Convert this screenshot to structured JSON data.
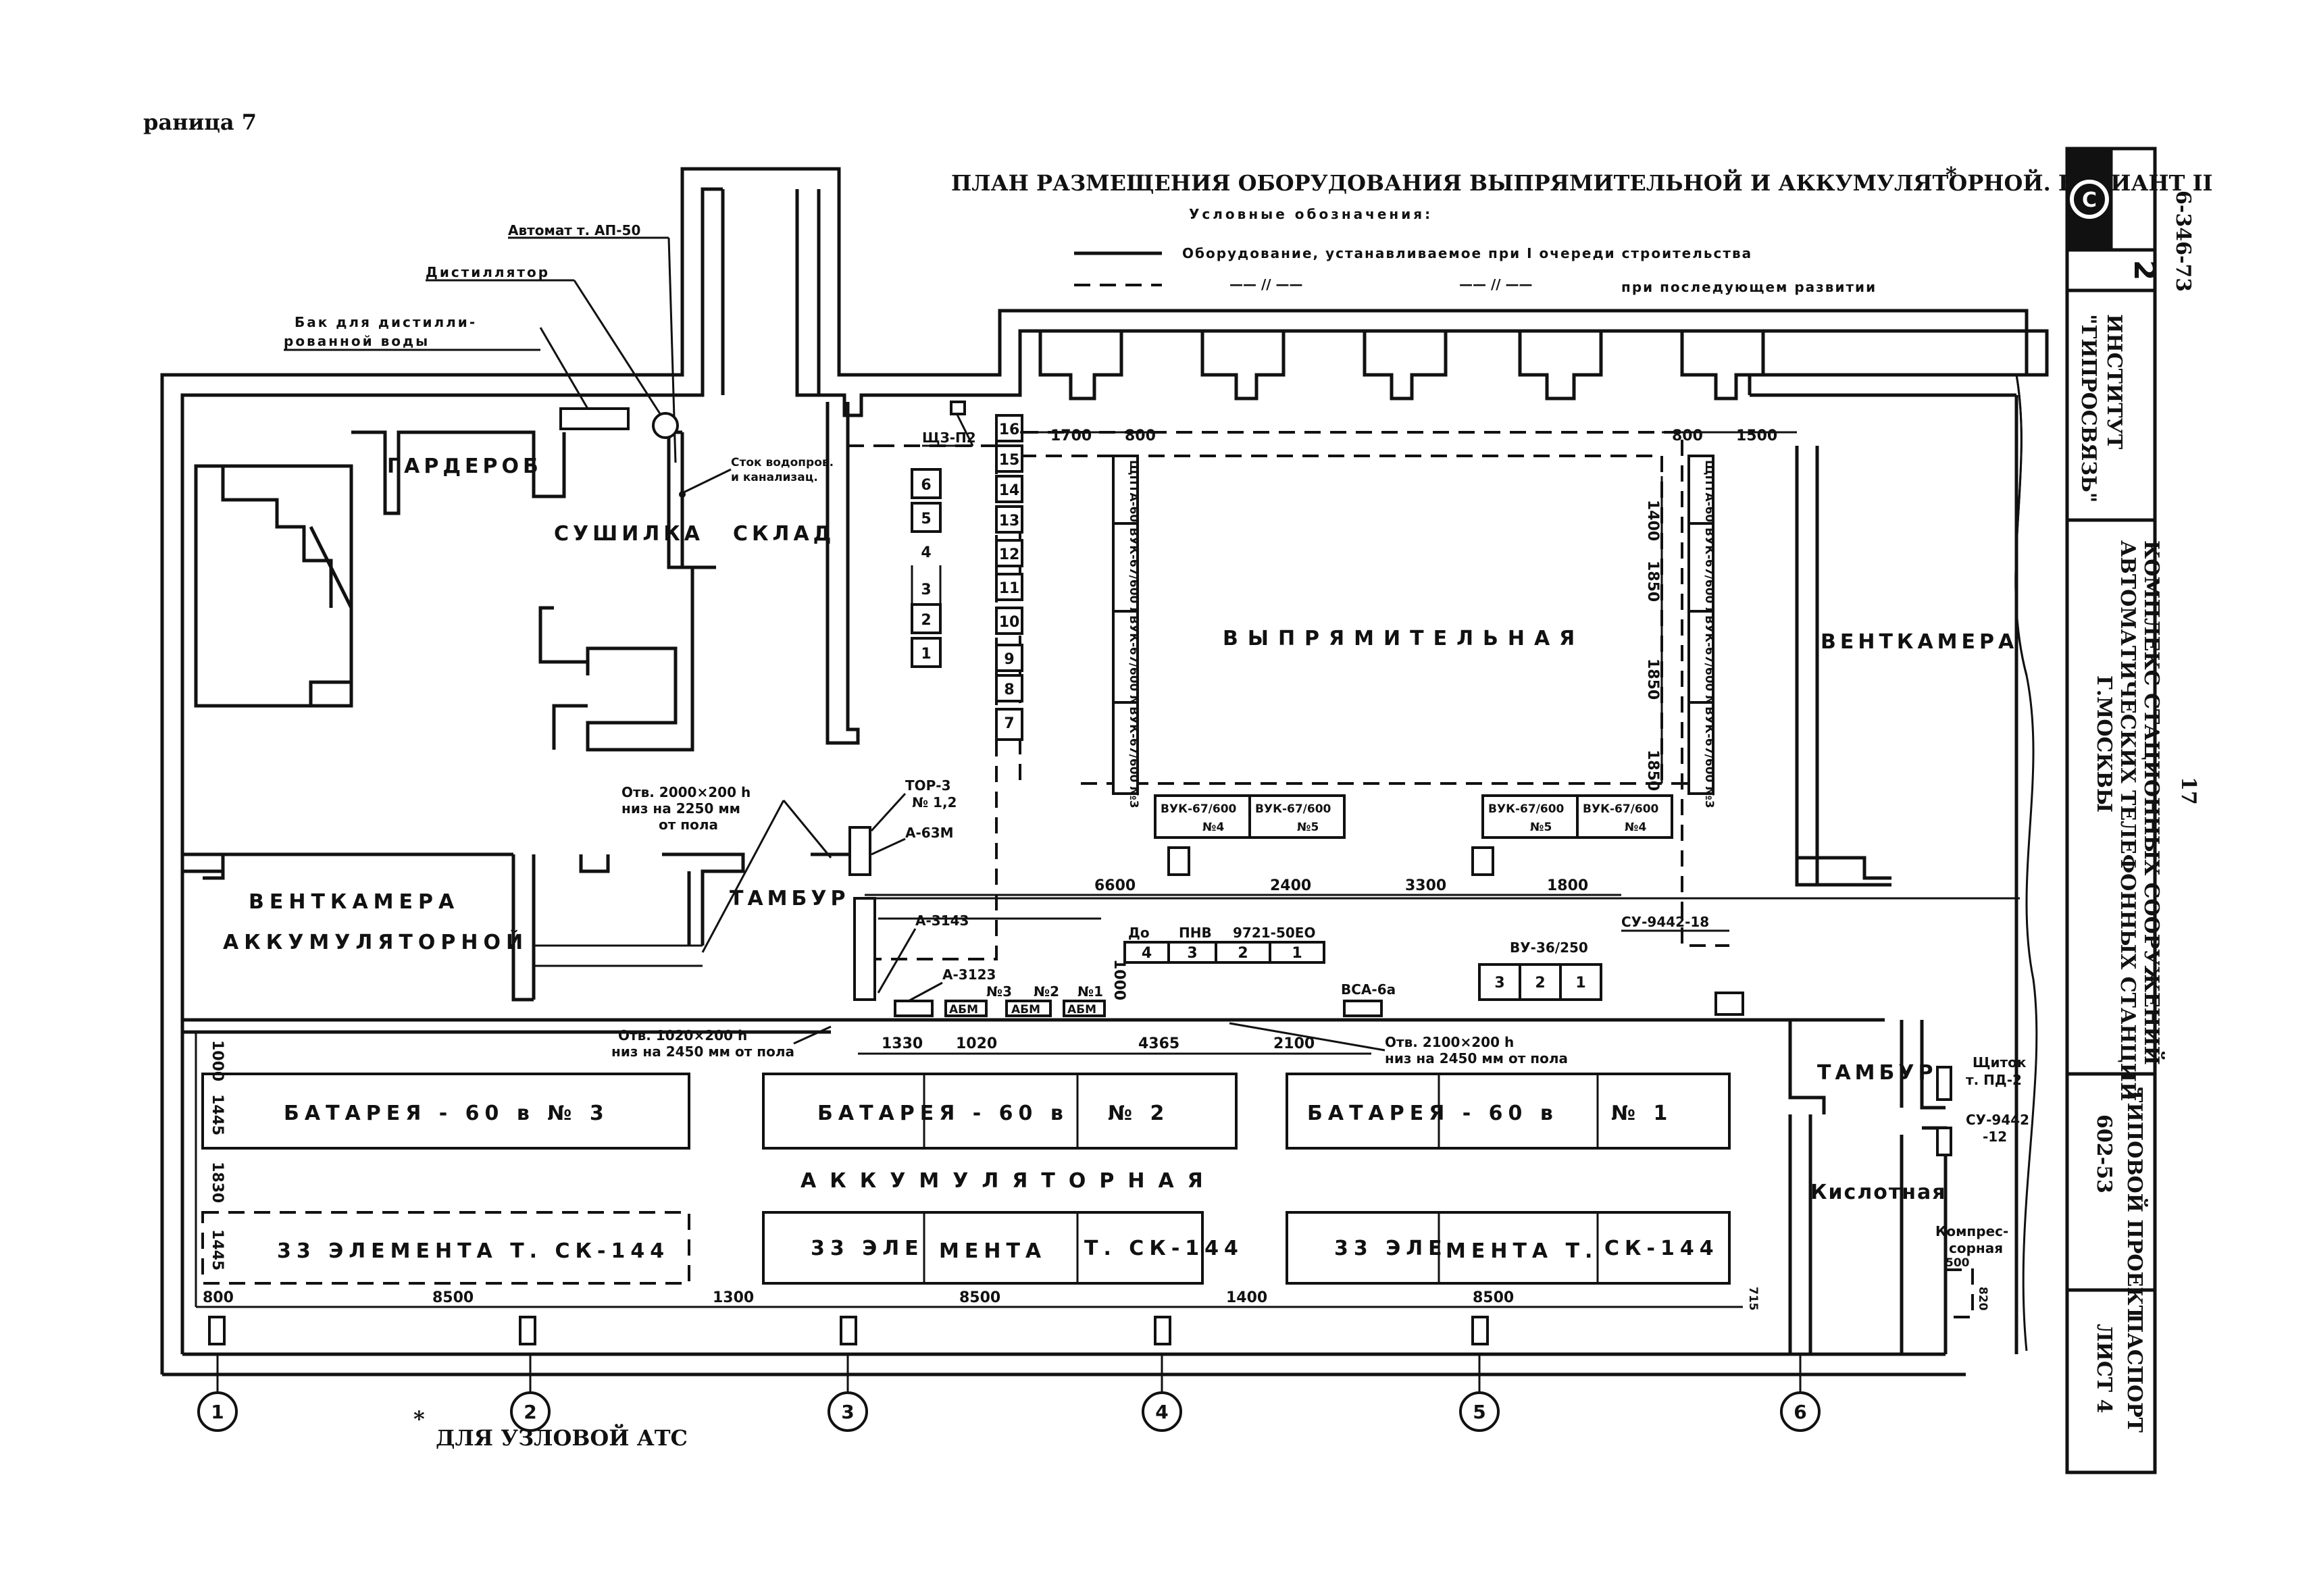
{
  "page_label": "раница 7",
  "title": "ПЛАН РАЗМЕЩЕНИЯ ОБОРУДОВАНИЯ ВЫПРЯМИТЕЛЬНОЙ И АККУМУЛЯТОРНОЙ. ВАРИАНТ II",
  "title_mark": "*",
  "legend": {
    "heading": "Условные обозначения:",
    "solid_text": "Оборудование, устанавливаемое при I очереди строительства",
    "dash_mid1": "—— // ——",
    "dash_mid2": "—— // ——",
    "dash_text": "при последующем развитии"
  },
  "footnote": {
    "mark": "*",
    "text": "ДЛЯ УЗЛОВОЙ АТС"
  },
  "stamp": {
    "doc_number": "6-346-73",
    "logo_letter": "С",
    "logo_digit": "2",
    "institute_line1": "ИНСТИТУТ",
    "institute_line2": "\"ГИПРОСВЯЗЬ\"",
    "complex_line1": "КОМПЛЕКС СТАЦИОННЫХ СООРУЖЕНИЙ",
    "complex_line2": "АВТОМАТИЧЕСКИХ ТЕЛЕФОННЫХ СТАНЦИЙ",
    "complex_line3": "Г.МОСКВЫ",
    "project_line1": "ТИПОВОЙ ПРОЕКТ",
    "project_line2": "602-53",
    "passport_line1": "ПАСПОРТ",
    "passport_line2": "ЛИСТ 4",
    "page_no": "17"
  },
  "rooms": {
    "garderob": "ГАРДЕРОБ",
    "sushilka": "СУШИЛКА",
    "sklad": "СКЛАД",
    "vypryamitelnaya": "ВЫПРЯМИТЕЛЬНАЯ",
    "ventkamera_right": "ВЕНТКАМЕРА",
    "ventkamera_left_1": "ВЕНТКАМЕРА",
    "ventkamera_left_2": "АККУМУЛЯТОРНОЙ",
    "tambur_mid": "ТАМБУР",
    "tambur_right": "ТАМБУР",
    "akkumulyatornaya": "АККУМУЛЯТОРНАЯ",
    "kislotnaya": "Кислотная",
    "kompressornaya_1": "Компрес-",
    "kompressornaya_2": "сорная"
  },
  "callouts": {
    "avtomat": "Автомат т. АП-50",
    "distillyator": "Дистиллятор",
    "bak_1": "Бак для дистилли-",
    "bak_2": "рованной воды",
    "stok_1": "Сток водопров.",
    "stok_2": "и канализац.",
    "shz": "ЩЗ-П2",
    "otv1_1": "Отв. 2000×200 h",
    "otv1_2": "низ на 2250 мм",
    "otv1_3": "от пола",
    "otv2_1": "Отв. 1020×200 h",
    "otv2_2": "низ на 2450 мм от пола",
    "otv3_1": "Отв. 2100×200 h",
    "otv3_2": "низ на 2450 мм от пола",
    "tor_1": "ТОР-3",
    "tor_2": "№ 1,2",
    "a63m": "А-63М",
    "a3143": "А-3143",
    "a3123": "А-3123",
    "do": "До",
    "pnv": "ПНВ",
    "code9721": "9721-50ЕО",
    "vsa": "ВСА-6а",
    "vu": "ВУ-36/250",
    "su_top": "СУ-9442-18",
    "shchitok_1": "Щиток",
    "shchitok_2": "т. ПД-2",
    "su_right_1": "СУ-9442",
    "su_right_2": "-12",
    "n3": "№3",
    "n2": "№2",
    "n1": "№1",
    "abm": "АБМ"
  },
  "cabinets_left": [
    "16",
    "15",
    "14",
    "13",
    "12",
    "11",
    "10",
    "9",
    "8",
    "7"
  ],
  "stack_small": [
    "6",
    "5",
    "4",
    "3",
    "2",
    "1"
  ],
  "vuk_left": [
    "ЩПТА-600К1",
    "ВУК-67/600 №1",
    "ВУК-67/600 №2",
    "ВУК-67/600 №3"
  ],
  "vuk_right": [
    "ЩПТА-600К1",
    "ВУК-67/600 №1",
    "ВУК-67/600 №2",
    "ВУК-67/600 №3"
  ],
  "vuk_bottom": [
    "ВУК-67/600 №4",
    "ВУК-67/600 №5",
    "ВУК-67/600 №5",
    "ВУК-67/600 №4"
  ],
  "pnv_cells": [
    "4",
    "3",
    "2",
    "1"
  ],
  "vu_cells": [
    "3",
    "2",
    "1"
  ],
  "batteries": {
    "b3": [
      "БАТАРЕЯ - 60 в  № 3"
    ],
    "b2": [
      "БАТАРЕЯ - 60 в",
      "№ 2"
    ],
    "b1": [
      "БАТАРЕЯ - 60 в",
      "№ 1"
    ],
    "e3": "33 ЭЛЕМЕНТА Т. СК-144",
    "e2": [
      "33 ЭЛЕ",
      "МЕНТА",
      "Т. СК-144"
    ],
    "e1": [
      "33 ЭЛЕ",
      "МЕНТА Т.",
      "СК-144"
    ]
  },
  "dimensions": {
    "top": [
      "1700",
      "800",
      "800",
      "1500"
    ],
    "vert_left": [
      "1400",
      "1850",
      "1850",
      "1850"
    ],
    "row": [
      "6600",
      "2400",
      "3300",
      "1800"
    ],
    "under": [
      "1330",
      "1020",
      "4365",
      "2100"
    ],
    "left_vert": [
      "1000",
      "1445",
      "1830",
      "1445"
    ],
    "bottom": [
      "800",
      "8500",
      "1300",
      "8500",
      "1400",
      "8500"
    ],
    "small": [
      "715",
      "500",
      "820"
    ]
  },
  "axes": [
    "1",
    "2",
    "3",
    "4",
    "5",
    "6"
  ]
}
